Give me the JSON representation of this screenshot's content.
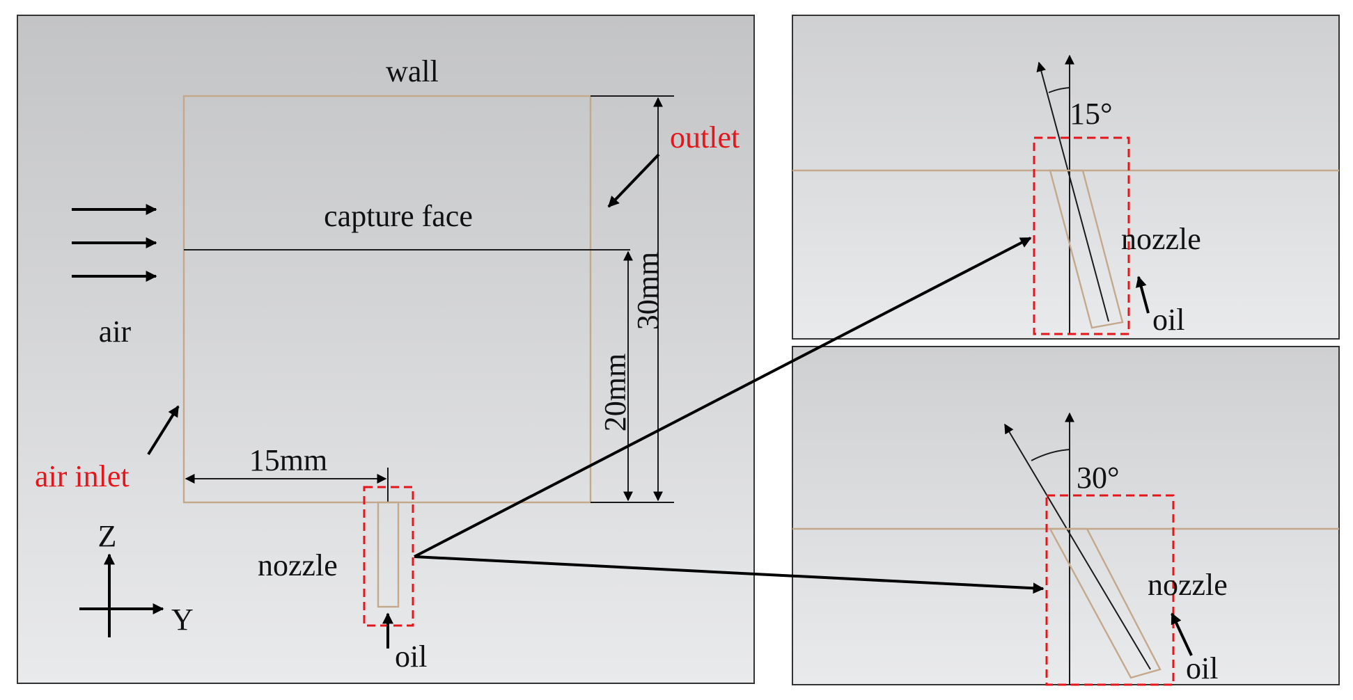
{
  "labels": {
    "wall": "wall",
    "outlet": "outlet",
    "capture_face": "capture face",
    "air": "air",
    "air_inlet": "air inlet",
    "dim_15": "15mm",
    "dim_20": "20mm",
    "dim_30": "30mm",
    "nozzle": "nozzle",
    "oil": "oil",
    "axis_z": "Z",
    "axis_y": "Y",
    "angle_15": "15°",
    "angle_30": "30°"
  },
  "colors": {
    "highlight": "#e4161b",
    "geometry": "#c4a88c",
    "panel_top": "#c3c4c6",
    "panel_bottom": "#e9eaec"
  }
}
